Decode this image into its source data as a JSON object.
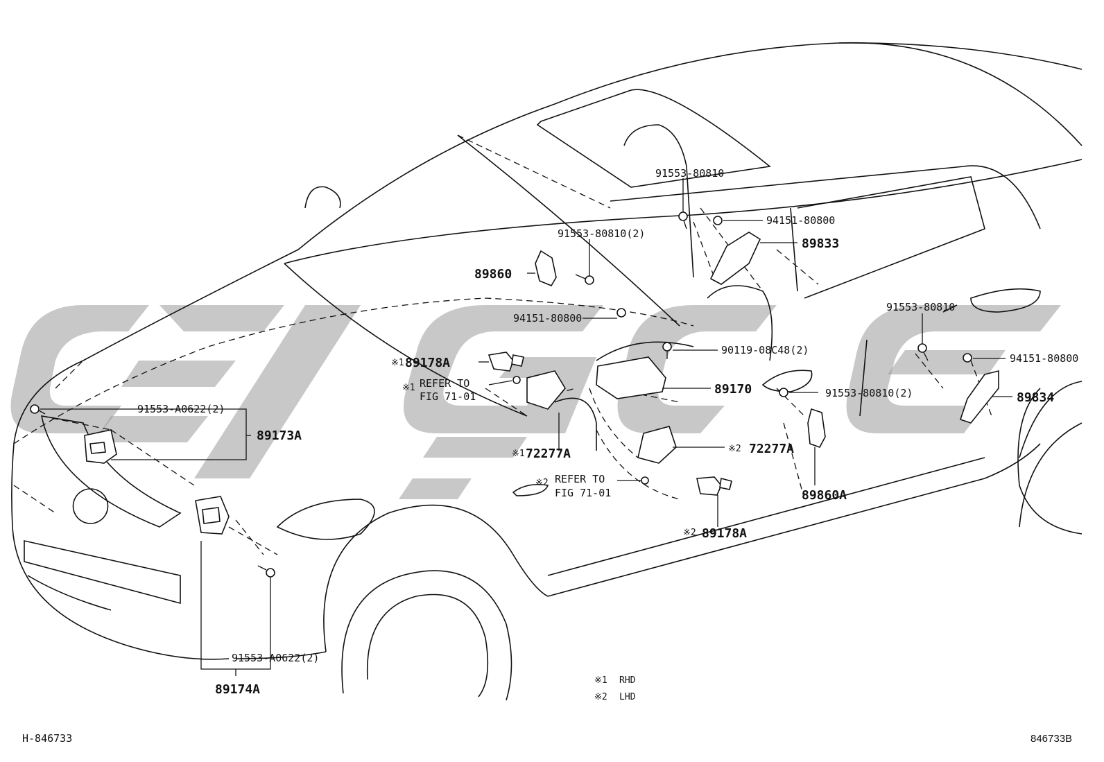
{
  "diagram": {
    "id_bottom_left": "H-846733",
    "id_bottom_right": "846733B",
    "legend": [
      {
        "mark": "※1",
        "text": "RHD"
      },
      {
        "mark": "※2",
        "text": "LHD"
      }
    ],
    "labels": {
      "p_91553_80810_top": "91553-80810",
      "p_94151_80800_top": "94151-80800",
      "p_89833": "89833",
      "p_91553_80810_2_left": "91553-80810(2)",
      "p_89860": "89860",
      "p_94151_80800_mid": "94151-80800",
      "p_91553_80810_right": "91553-80810",
      "p_90119": "90119-08C48(2)",
      "p_94151_80800_right": "94151-80800",
      "p_89178a_1_mark": "※1",
      "p_89178a_1": "89178A",
      "p_refer_1_mark": "※1",
      "p_refer_1_line1": "REFER TO",
      "p_refer_1_line2": "FIG 71-01",
      "p_89170": "89170",
      "p_91553_80810_2_right": "91553-80810(2)",
      "p_89834": "89834",
      "p_91553_a0622_2_top": "91553-A0622(2)",
      "p_89173a": "89173A",
      "p_72277a_1_mark": "※1",
      "p_72277a_1": "72277A",
      "p_72277a_2_mark": "※2",
      "p_72277a_2": "72277A",
      "p_refer_2_mark": "※2",
      "p_refer_2_line1": "REFER TO",
      "p_refer_2_line2": "FIG 71-01",
      "p_89860a": "89860A",
      "p_89178a_2_mark": "※2",
      "p_89178a_2": "89178A",
      "p_91553_a0622_2_bottom": "91553-A0622(2)",
      "p_89174a": "89174A"
    }
  }
}
